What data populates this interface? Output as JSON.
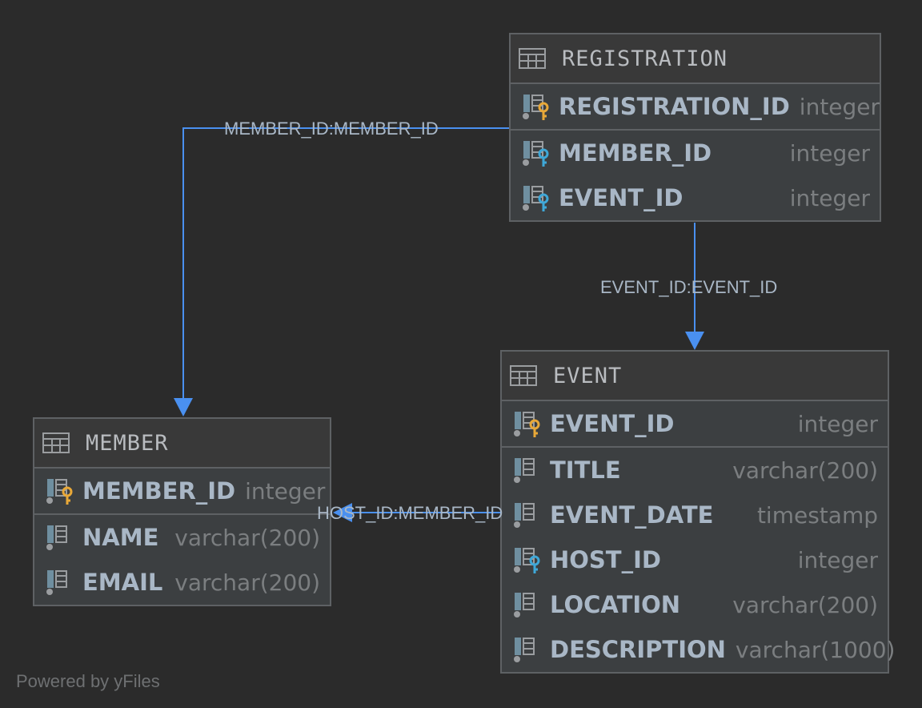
{
  "tables": {
    "registration": {
      "title": "REGISTRATION",
      "pk_columns": [
        {
          "name": "REGISTRATION_ID",
          "type": "integer",
          "icon": "primary-key-icon"
        }
      ],
      "columns": [
        {
          "name": "MEMBER_ID",
          "type": "integer",
          "icon": "foreign-key-icon"
        },
        {
          "name": "EVENT_ID",
          "type": "integer",
          "icon": "foreign-key-icon"
        }
      ]
    },
    "member": {
      "title": "MEMBER",
      "pk_columns": [
        {
          "name": "MEMBER_ID",
          "type": "integer",
          "icon": "primary-key-icon"
        }
      ],
      "columns": [
        {
          "name": "NAME",
          "type": "varchar(200)",
          "icon": "column-icon"
        },
        {
          "name": "EMAIL",
          "type": "varchar(200)",
          "icon": "column-icon"
        }
      ]
    },
    "event": {
      "title": "EVENT",
      "pk_columns": [
        {
          "name": "EVENT_ID",
          "type": "integer",
          "icon": "primary-key-icon"
        }
      ],
      "columns": [
        {
          "name": "TITLE",
          "type": "varchar(200)",
          "icon": "column-icon"
        },
        {
          "name": "EVENT_DATE",
          "type": "timestamp",
          "icon": "column-icon"
        },
        {
          "name": "HOST_ID",
          "type": "integer",
          "icon": "foreign-key-icon"
        },
        {
          "name": "LOCATION",
          "type": "varchar(200)",
          "icon": "column-icon"
        },
        {
          "name": "DESCRIPTION",
          "type": "varchar(1000)",
          "icon": "column-icon"
        }
      ]
    }
  },
  "relations": [
    {
      "from": "registration",
      "to": "member",
      "label": "MEMBER_ID:MEMBER_ID"
    },
    {
      "from": "registration",
      "to": "event",
      "label": "EVENT_ID:EVENT_ID"
    },
    {
      "from": "event",
      "to": "member",
      "label": "HOST_ID:MEMBER_ID"
    }
  ],
  "footer": "Powered by yFiles",
  "colors": {
    "background": "#2b2b2b",
    "node_fill": "#3c3f41",
    "node_border": "#5e6164",
    "edge": "#4a90f0",
    "key_gold": "#e8a838",
    "key_blue": "#3fa8d8",
    "column_text": "#a9b7c6",
    "type_text": "#7b7e80"
  }
}
